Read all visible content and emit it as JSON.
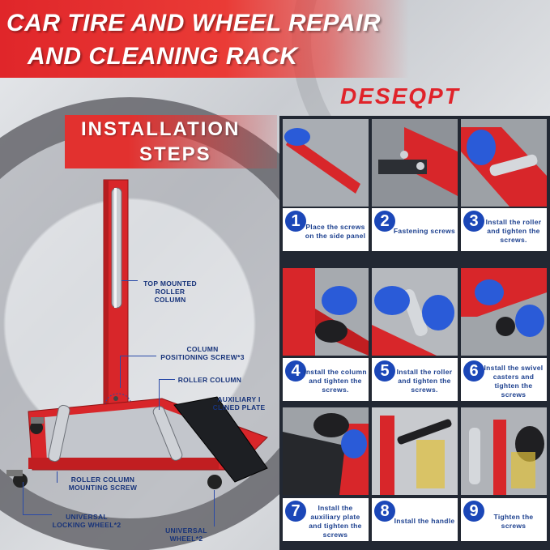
{
  "title": {
    "line1": "CAR TIRE AND WHEEL REPAIR",
    "line2": "AND CLEANING RACK"
  },
  "brand": "DESEQPT",
  "section_heading": {
    "line1": "INSTALLATION",
    "line2": "STEPS"
  },
  "annotations": {
    "top_roller": "TOP MOUNTED\nROLLER\nCOLUMN",
    "positioning_screw": "COLUMN\nPOSITIONING SCREW*3",
    "roller_column": "ROLLER COLUMN",
    "auxiliary_plate": "AUXILIARY I\nCLINED PLATE",
    "mounting_screw": "ROLLER COLUMN\nMOUNTING SCREW",
    "locking_wheel": "UNIVERSAL\nLOCKING WHEEL*2",
    "universal_wheel": "UNIVERSAL\nWHEEL*2"
  },
  "steps": [
    {
      "number": "1",
      "text": "Place the screws on the side panel"
    },
    {
      "number": "2",
      "text": "Fastening screws"
    },
    {
      "number": "3",
      "text": "Install the roller and tighten the screws."
    },
    {
      "number": "4",
      "text": "Install the column and tighten the screws."
    },
    {
      "number": "5",
      "text": "Install the roller and tighten the screws."
    },
    {
      "number": "6",
      "text": "Install the swivel casters and tighten the screws"
    },
    {
      "number": "7",
      "text": "Install the auxiliary plate and tighten the screws"
    },
    {
      "number": "8",
      "text": "Install the handle"
    },
    {
      "number": "9",
      "text": "Tighten the screws"
    }
  ],
  "colors": {
    "brand_red": "#e0232a",
    "frame_red": "#d8262a",
    "step_blue": "#1b47b8",
    "glove_blue": "#2a5bd8",
    "panel_dark": "#222833"
  }
}
